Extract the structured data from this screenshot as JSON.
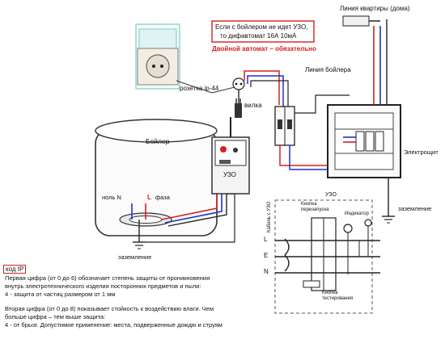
{
  "warning": {
    "line1": "Если с бойлером не идет УЗО,",
    "line2": "то дифавтомат 16А 10мА",
    "line3": "Двойной автомат – обязательно"
  },
  "labels": {
    "apartment_line": "Линия квартиры (дома)",
    "boiler_line": "Линия бойлера",
    "socket": "розетка ip-44",
    "plug": "вилка",
    "boiler": "Бойлер",
    "neutral": "ноль N",
    "phase_L": "L",
    "phase": "фаза",
    "uzo": "УЗО",
    "ground_left": "заземление",
    "ground_right": "заземление",
    "panel": "Электрощит"
  },
  "uzo_schematic": {
    "title": "УЗО",
    "button_label_1": "Кнопка",
    "button_label_2": "перезапуска",
    "indicator": "Индикатор",
    "cable": "Кабель с УЗО",
    "L": "L",
    "E": "E",
    "N": "N",
    "test_1": "Кнопка",
    "test_2": "тестирования"
  },
  "ip_code": {
    "title": "код IP",
    "p1": "Первая цифра (от 0 до 6) обозначает степень защиты от проникновения",
    "p2": "внутрь электротехнического изделия посторонних предметов и пыли:",
    "p3": "4 - защита от частиц размером от 1 мм",
    "p4": "Вторая цифра (от 0 до 8) показывает стойкость к воздействию влаги. Чем",
    "p5": "больше цифра – тем выше защита:",
    "p6": "4 - от брызг. Допустимое применение: места, подверженные дождю и струям"
  },
  "colors": {
    "red": "#d42020",
    "blue": "#2030c8",
    "dark": "#222222",
    "yellow_green": "#c8b400"
  }
}
